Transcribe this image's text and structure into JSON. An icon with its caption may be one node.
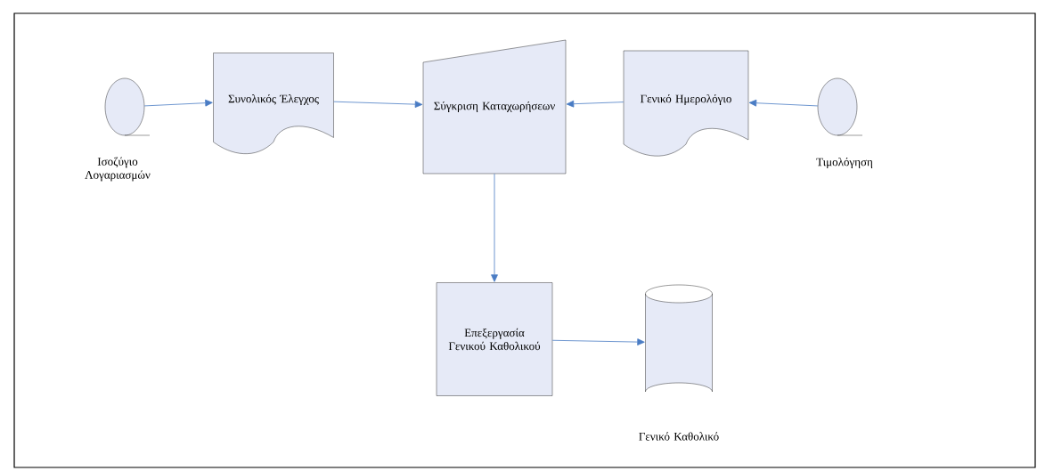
{
  "diagram": {
    "nodes": [
      {
        "text": [
          "Ισοζύγιο Λογαριασμών"
        ]
      },
      {
        "text": [
          "Συνολικός Έλεγχος"
        ]
      },
      {
        "text": [
          "Σύγκριση Καταχωρήσεων"
        ]
      },
      {
        "text": [
          "Γενικό Ημερολόγιο"
        ]
      },
      {
        "text": [
          "Τιμολόγηση"
        ]
      },
      {
        "text": [
          "Επεξεργασία Γενικού Καθολικού"
        ]
      },
      {
        "text": [
          "Γενικό Καθολικό"
        ]
      }
    ],
    "edges": [
      {
        "from": 0,
        "to": 1,
        "arrow": "to"
      },
      {
        "from": 1,
        "to": 2,
        "arrow": "to"
      },
      {
        "from": 3,
        "to": 2,
        "arrow": "to"
      },
      {
        "from": 4,
        "to": 3,
        "arrow": "to"
      },
      {
        "from": 2,
        "to": 5,
        "arrow": "to"
      },
      {
        "from": 5,
        "to": 6,
        "arrow": "to"
      }
    ]
  }
}
